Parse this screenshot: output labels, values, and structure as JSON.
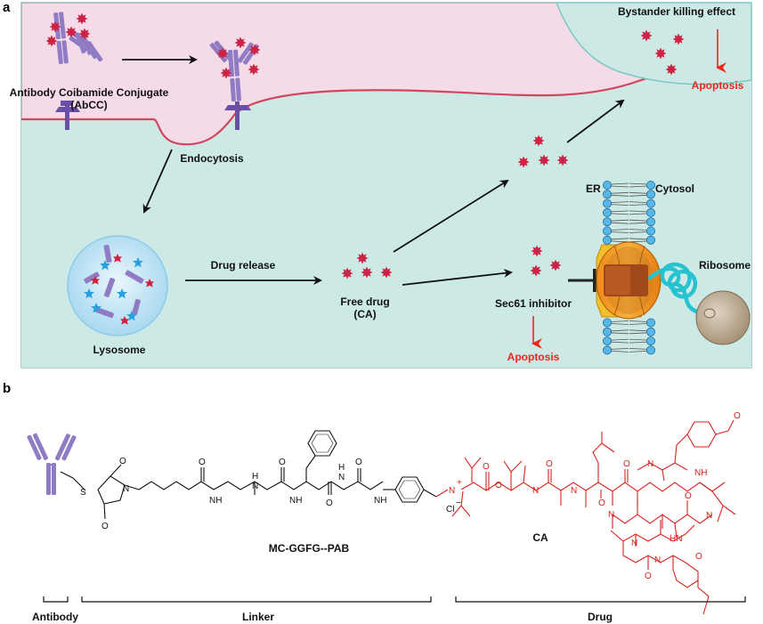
{
  "panel_a": {
    "label": "a",
    "antibody_label_line1": "Antibody Coibamide Conjugate",
    "antibody_label_line2": "(AbCC)",
    "endocytosis": "Endocytosis",
    "lysosome": "Lysosome",
    "drug_release": "Drug release",
    "free_drug_line1": "Free drug",
    "free_drug_line2": "(CA)",
    "sec61_inhibitor": "Sec61 inhibitor",
    "apoptosis_bottom": "Apoptosis",
    "er": "ER",
    "cytosol": "Cytosol",
    "ribosome": "Ribosome",
    "bystander": "Bystander killing effect",
    "apoptosis_top": "Apoptosis"
  },
  "panel_b": {
    "label": "b",
    "linker_name": "MC-GGFG--PAB",
    "drug_name": "CA",
    "bracket_antibody": "Antibody",
    "bracket_linker": "Linker",
    "bracket_drug": "Drug",
    "atoms": {
      "S": "S",
      "N": "N",
      "O": "O",
      "NH": "NH",
      "HN": "HN",
      "H": "H",
      "N_plus": "N",
      "plus": "+",
      "Cl": "Cl",
      "minus": "−"
    }
  },
  "colors": {
    "outer_pink": "#f5dbe7",
    "cell_teal": "#cde9e6",
    "membrane": "#d2455f",
    "antibody": "#8f7cc4",
    "drug_red": "#d8231b",
    "apoptosis": "#e8291c"
  }
}
